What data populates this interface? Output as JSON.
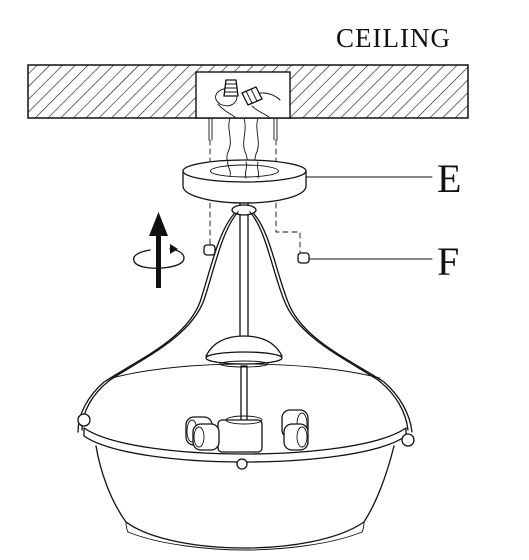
{
  "diagram": {
    "ceiling_label": "CEILING",
    "labels": [
      {
        "id": "E",
        "text": "E"
      },
      {
        "id": "F",
        "text": "F"
      }
    ],
    "arrow_direction": "up",
    "rotation_indicator": "rotate",
    "colors": {
      "line": "#111111",
      "background": "#ffffff"
    }
  }
}
